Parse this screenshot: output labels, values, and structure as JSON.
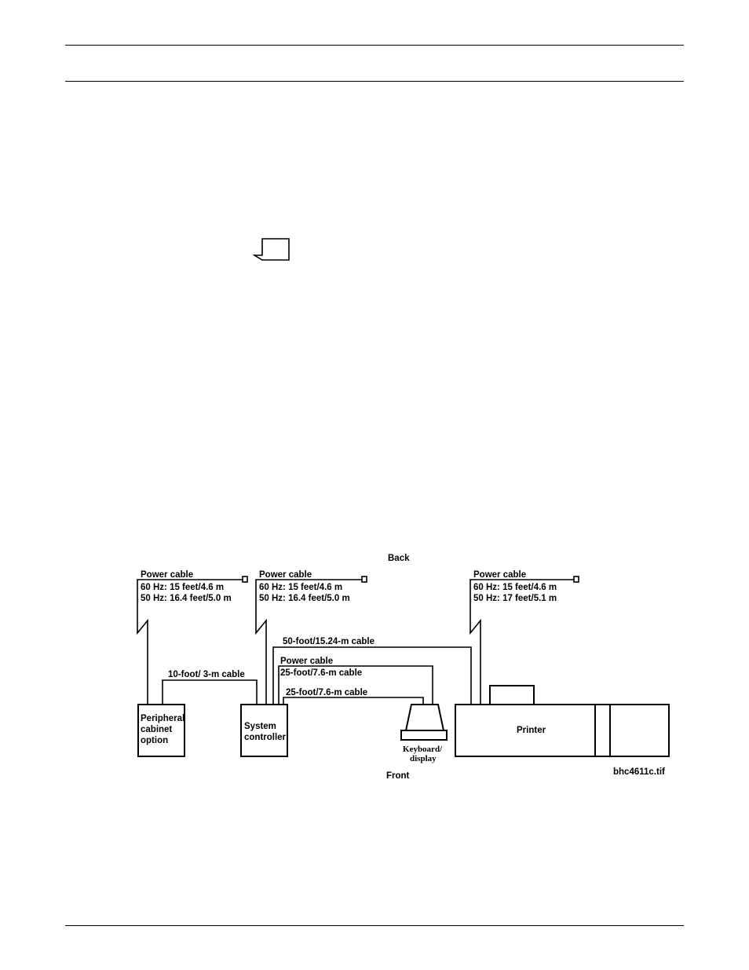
{
  "diagram": {
    "orientation": {
      "back": "Back",
      "front": "Front"
    },
    "power_cables": [
      {
        "title": "Power cable",
        "line1": "60 Hz: 15 feet/4.6 m",
        "line2": "50 Hz: 16.4 feet/5.0 m"
      },
      {
        "title": "Power cable",
        "line1": "60 Hz: 15 feet/4.6 m",
        "line2": "50 Hz: 16.4 feet/5.0 m"
      },
      {
        "title": "Power cable",
        "line1": "60 Hz: 15 feet/4.6 m",
        "line2": "50 Hz: 17 feet/5.1 m"
      }
    ],
    "cables": {
      "peripheral_to_controller": "10-foot/ 3-m cable",
      "controller_to_printer": "50-foot/15.24-m cable",
      "keyboard_power_title": "Power cable",
      "keyboard_power_length": "25-foot/7.6-m cable",
      "keyboard_data": "25-foot/7.6-m cable"
    },
    "devices": {
      "peripheral": [
        "Peripheral",
        "cabinet",
        "option"
      ],
      "controller": [
        "System",
        "controller"
      ],
      "keyboard": [
        "Keyboard/",
        "display"
      ],
      "printer": "Printer"
    },
    "figure_id": "bhc4611c.tif"
  }
}
